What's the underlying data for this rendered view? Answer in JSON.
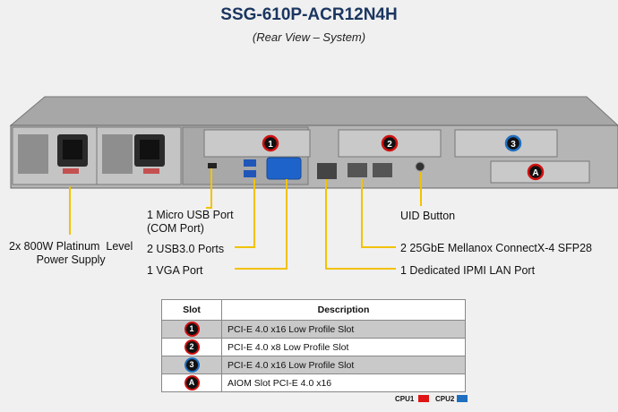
{
  "title": "SSG-610P-ACR12N4H",
  "subtitle": "(Rear View – System)",
  "colors": {
    "cpu1": "#e01414",
    "cpu2": "#1f6fc0",
    "callout_line": "#f2c200",
    "title": "#1b3660"
  },
  "callouts": {
    "psu": "2x 800W Platinum  Level\nPower Supply",
    "micro_usb": "1 Micro USB Port\n(COM Port)",
    "usb3": "2 USB3.0 Ports",
    "vga": "1 VGA Port",
    "uid": "UID Button",
    "sfp28": "2 25GbE Mellanox  ConnectX-4 SFP28",
    "ipmi": "1 Dedicated IPMI  LAN Port"
  },
  "table": {
    "headers": [
      "Slot",
      "Description"
    ],
    "rows": [
      {
        "slot": "1",
        "cpu": "cpu1",
        "description": "PCI-E 4.0 x16 Low Profile Slot"
      },
      {
        "slot": "2",
        "cpu": "cpu1",
        "description": "PCI-E 4.0 x8 Low Profile Slot"
      },
      {
        "slot": "3",
        "cpu": "cpu2",
        "description": "PCI-E 4.0 x16 Low Profile Slot"
      },
      {
        "slot": "A",
        "cpu": "cpu1",
        "description": "AIOM Slot PCI-E 4.0 x16"
      }
    ]
  },
  "legend": {
    "cpu1": "CPU1",
    "cpu2": "CPU2"
  }
}
